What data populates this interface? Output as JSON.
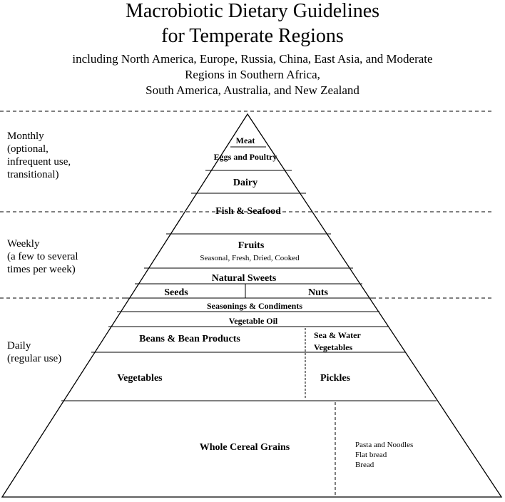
{
  "title": {
    "line1": "Macrobiotic Dietary Guidelines",
    "line2": "for Temperate Regions",
    "subtitle_line1": "including North America, Europe, Russia, China, East Asia, and Moderate",
    "subtitle_line2": "Regions in Southern Africa,",
    "subtitle_line3": "South America, Australia, and New Zealand"
  },
  "frequency": {
    "monthly": [
      "Monthly",
      "(optional,",
      "infrequent use,",
      "transitional)"
    ],
    "weekly": [
      "Weekly",
      "(a few to several",
      "times per week)"
    ],
    "daily": [
      "Daily",
      "(regular use)"
    ]
  },
  "pyramid": {
    "meat": "Meat",
    "eggs_poultry": "Eggs and Poultry",
    "dairy": "Dairy",
    "fish_seafood": "Fish & Seafood",
    "fruits": "Fruits",
    "fruits_detail": "Seasonal, Fresh, Dried, Cooked",
    "natural_sweets": "Natural Sweets",
    "seeds": "Seeds",
    "nuts": "Nuts",
    "seasonings": "Seasonings & Condiments",
    "vegetable_oil": "Vegetable Oil",
    "beans": "Beans & Bean Products",
    "sea_vegetables_line1": "Sea & Water",
    "sea_vegetables_line2": "Vegetables",
    "vegetables": "Vegetables",
    "pickles": "Pickles",
    "grains": "Whole Cereal Grains",
    "grain_products": [
      "Pasta and Noodles",
      "Flat bread",
      "Bread"
    ]
  }
}
